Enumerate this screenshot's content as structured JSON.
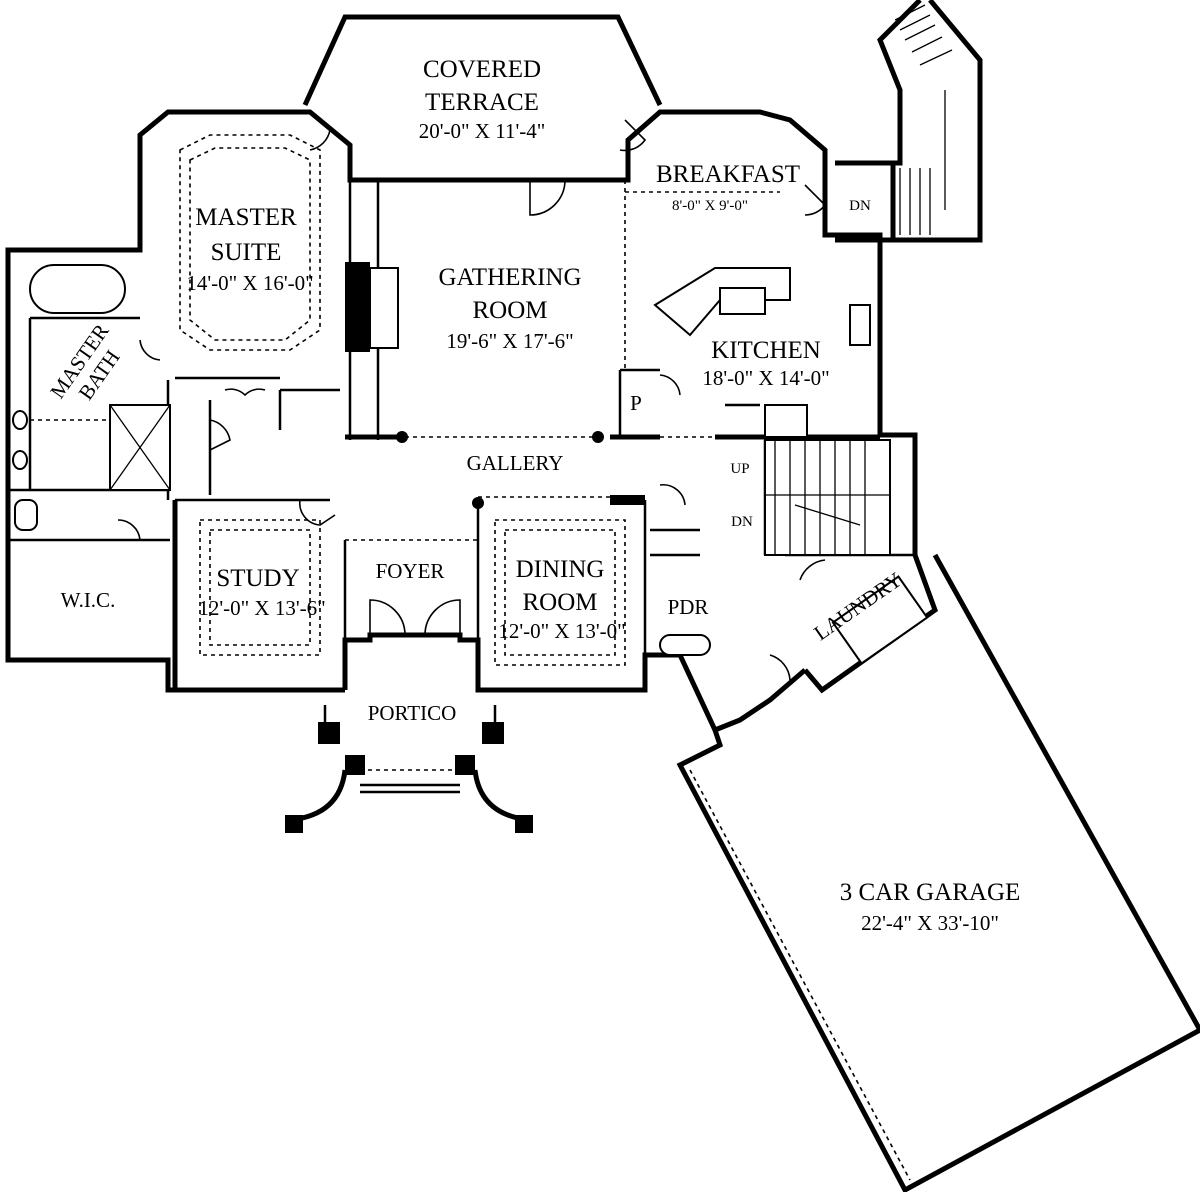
{
  "plan": {
    "rooms": {
      "covered_terrace": {
        "line1": "COVERED",
        "line2": "TERRACE",
        "dims": "20'-0\" X 11'-4\""
      },
      "breakfast": {
        "name": "BREAKFAST",
        "dims": "8'-0\" X 9'-0\""
      },
      "master_suite": {
        "line1": "MASTER",
        "line2": "SUITE",
        "dims": "14'-0\" X 16'-0\""
      },
      "gathering_room": {
        "line1": "GATHERING",
        "line2": "ROOM",
        "dims": "19'-6\" X 17'-6\""
      },
      "kitchen": {
        "name": "KITCHEN",
        "dims": "18'-0\" X 14'-0\""
      },
      "master_bath": {
        "line1": "MASTER",
        "line2": "BATH"
      },
      "pantry": {
        "name": "P"
      },
      "gallery": {
        "name": "GALLERY"
      },
      "wic": {
        "name": "W.I.C."
      },
      "study": {
        "name": "STUDY",
        "dims": "12'-0\" X 13'-6\""
      },
      "foyer": {
        "name": "FOYER"
      },
      "dining_room": {
        "line1": "DINING",
        "line2": "ROOM",
        "dims": "12'-0\" X 13'-0\""
      },
      "pdr": {
        "name": "PDR"
      },
      "laundry": {
        "name": "LAUNDRY"
      },
      "portico": {
        "name": "PORTICO"
      },
      "garage": {
        "name": "3 CAR GARAGE",
        "dims": "22'-4\" X 33'-10\""
      }
    },
    "stairs": {
      "deck_down": "DN",
      "up": "UP",
      "down": "DN"
    }
  }
}
